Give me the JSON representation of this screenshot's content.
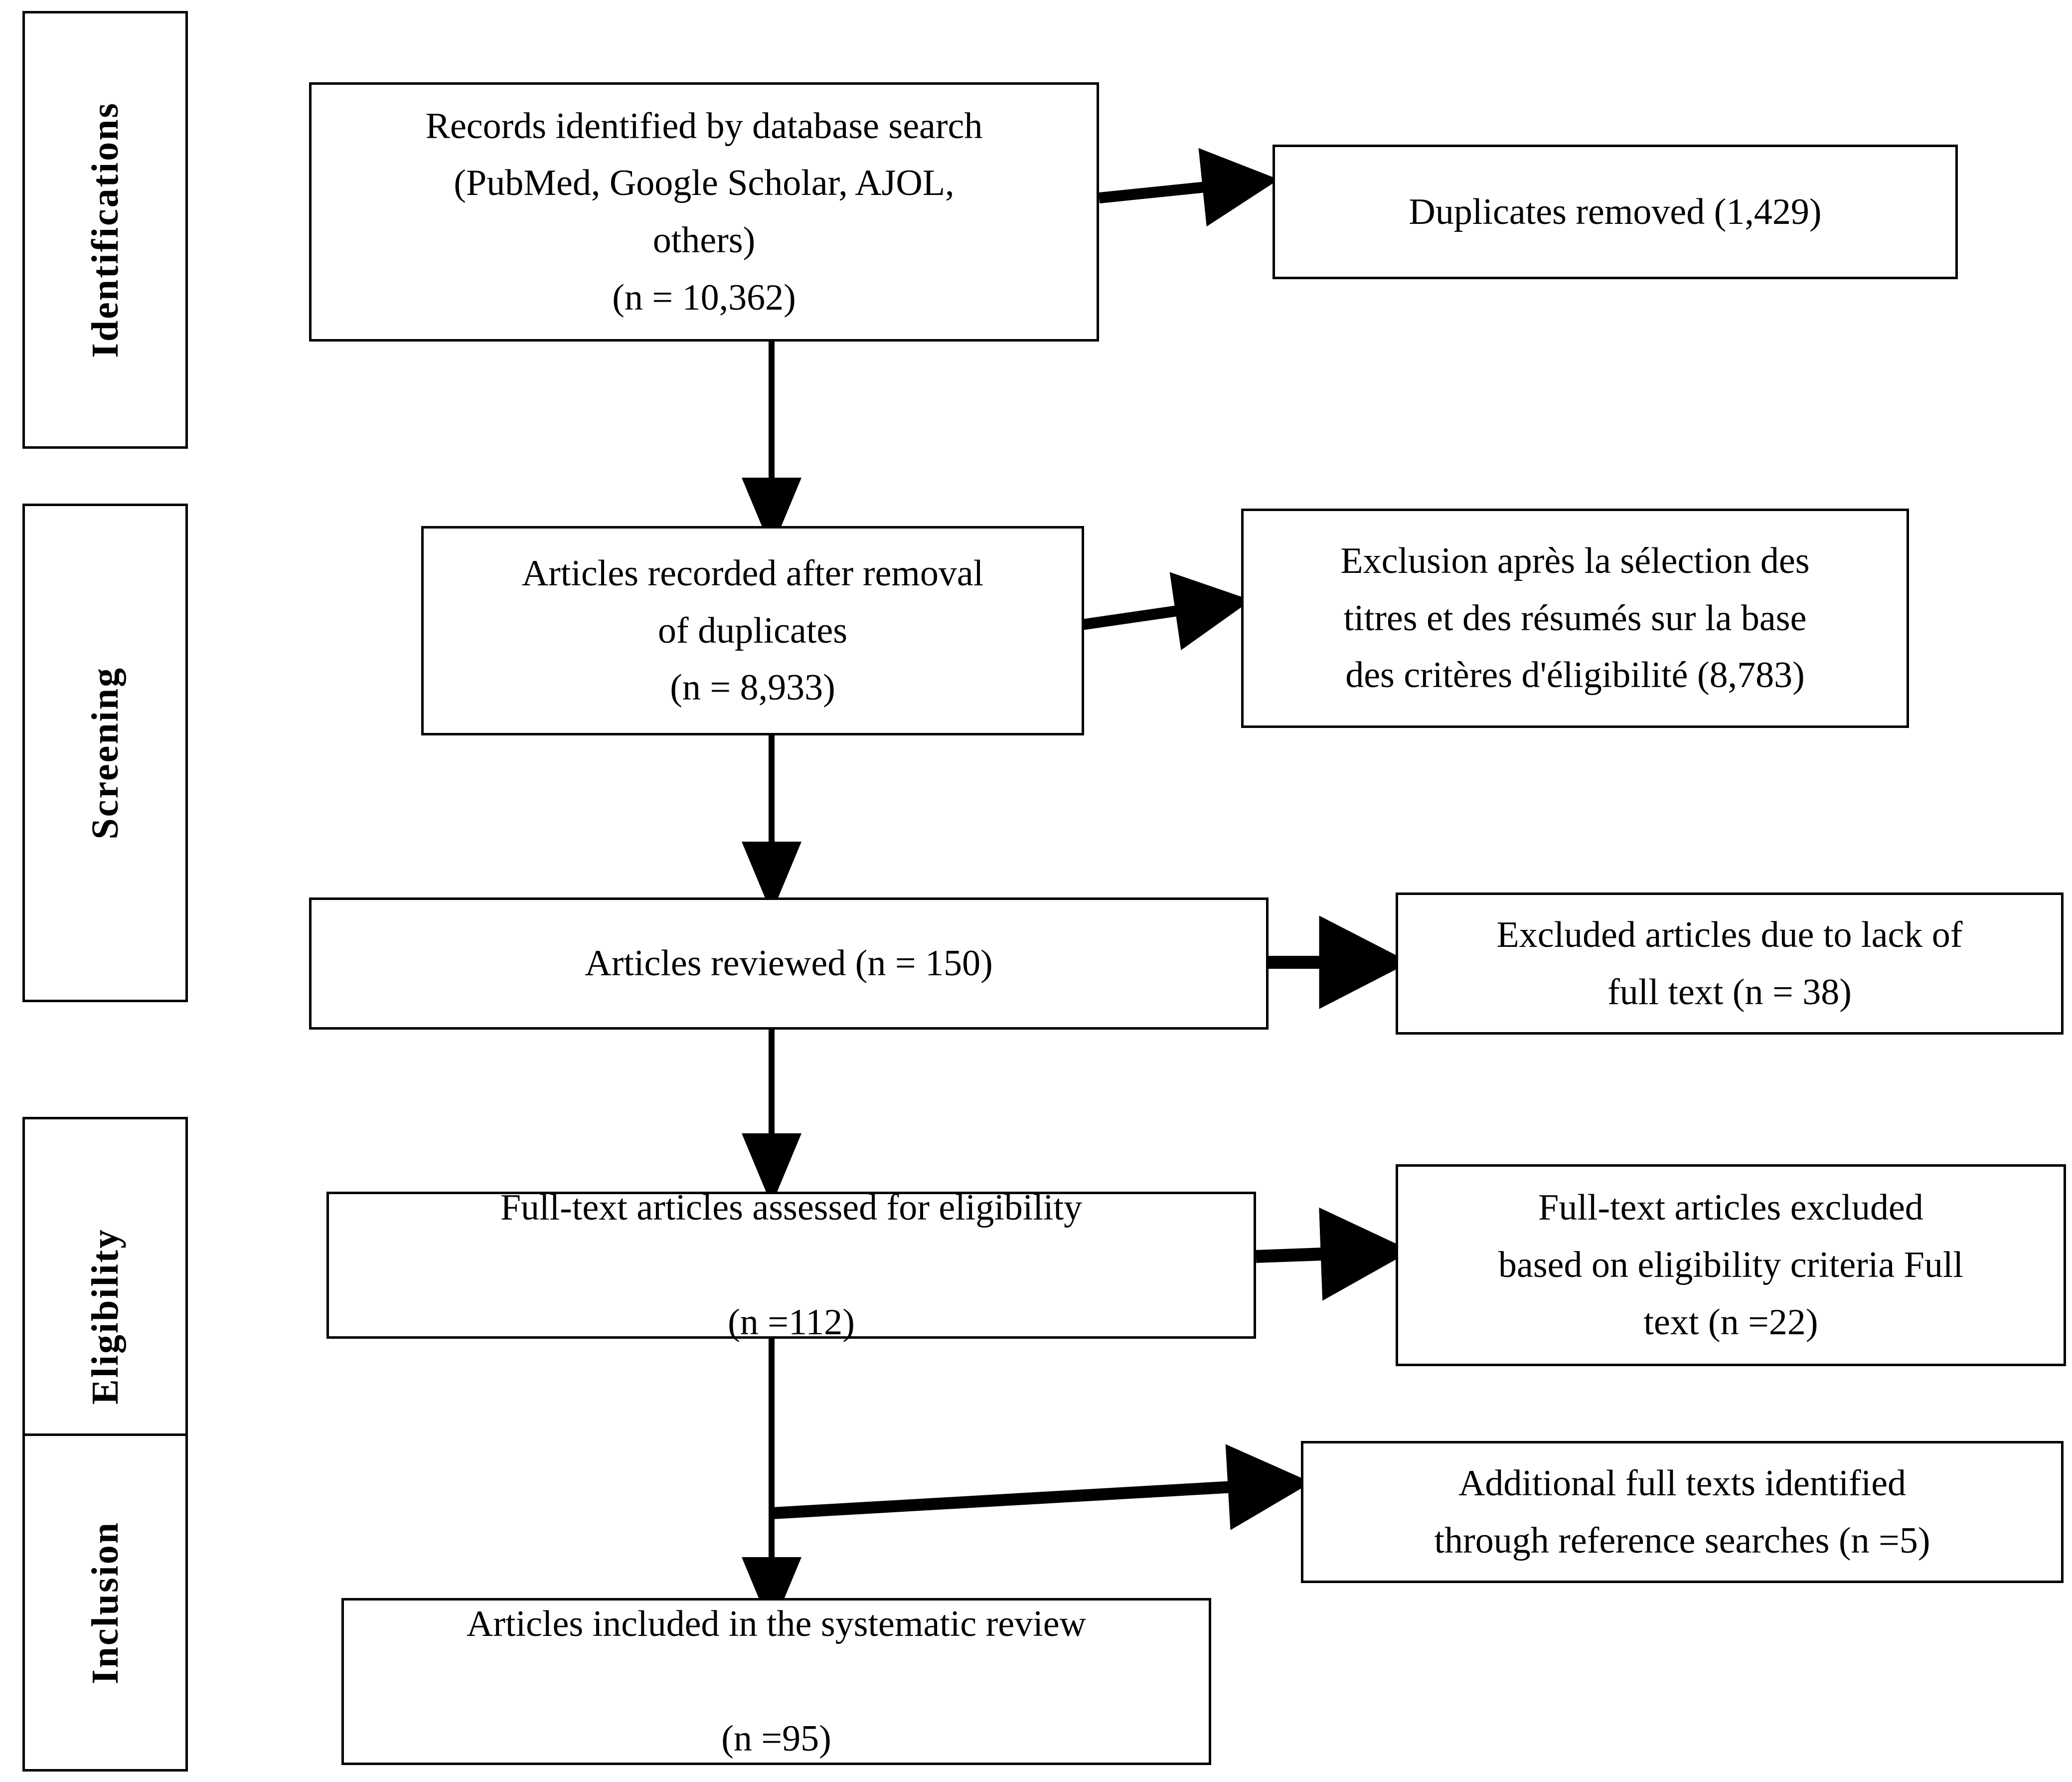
{
  "diagram": {
    "type": "PRISMA flow diagram",
    "stages": [
      {
        "key": "identification",
        "label": "Identifications"
      },
      {
        "key": "screening",
        "label": "Screening"
      },
      {
        "key": "eligibility",
        "label": "Eligibility"
      },
      {
        "key": "inclusion",
        "label": "Inclusion"
      }
    ],
    "boxes": [
      {
        "key": "records_identified",
        "stage": "identification",
        "column": "main",
        "text": "Records identified by database search\n(PubMed, Google Scholar, AJOL,\nothers)\n(n = 10,362)",
        "count": 10362
      },
      {
        "key": "duplicates_removed",
        "stage": "identification",
        "column": "side",
        "text": "Duplicates removed (1,429)",
        "count": 1429
      },
      {
        "key": "articles_after_dedup",
        "stage": "screening",
        "column": "main",
        "text": "Articles recorded after removal\nof duplicates\n(n = 8,933)",
        "count": 8933
      },
      {
        "key": "excluded_title_abstract",
        "stage": "screening",
        "column": "side",
        "text": "Exclusion après la sélection des\ntitres et des résumés sur la base\ndes critères d'éligibilité (8,783)",
        "count": 8783
      },
      {
        "key": "articles_reviewed",
        "stage": "screening",
        "column": "main",
        "text": "Articles reviewed (n = 150)",
        "count": 150
      },
      {
        "key": "excluded_no_full_text",
        "stage": "screening",
        "column": "side",
        "text": "Excluded articles due to lack of\nfull text (n = 38)",
        "count": 38
      },
      {
        "key": "full_text_assessed",
        "stage": "eligibility",
        "column": "main",
        "text": "Full-text articles assessed for eligibility\n\n(n =112)",
        "count": 112
      },
      {
        "key": "full_text_excluded",
        "stage": "eligibility",
        "column": "side",
        "text": "Full-text articles excluded\nbased on eligibility criteria Full\ntext (n =22)",
        "count": 22
      },
      {
        "key": "additional_full_texts",
        "stage": "inclusion",
        "column": "side",
        "text": "Additional full texts identified\nthrough reference searches (n =5)",
        "count": 5
      },
      {
        "key": "articles_included",
        "stage": "inclusion",
        "column": "main",
        "text": "Articles included in the systematic review\n\n(n =95)",
        "count": 95
      }
    ],
    "colors": {
      "stroke": "#000000",
      "fill": "#ffffff",
      "text": "#000000"
    }
  }
}
